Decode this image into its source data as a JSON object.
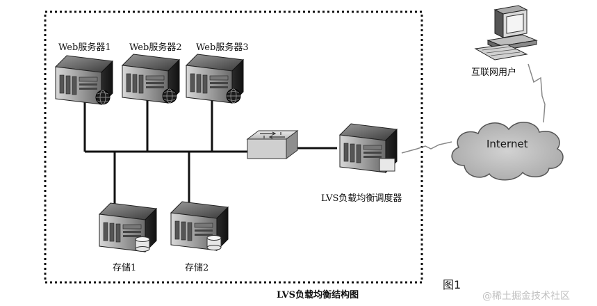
{
  "servers": [
    {
      "label": "Web服务器1"
    },
    {
      "label": "Web服务器2"
    },
    {
      "label": "Web服务器3"
    }
  ],
  "storage": [
    {
      "label": "存储1"
    },
    {
      "label": "存储2"
    }
  ],
  "dispatcher": {
    "label": "LVS负载均衡调度器"
  },
  "user": {
    "label": "互联网用户"
  },
  "internet": {
    "label": "Internet"
  },
  "caption": "LVS负载均衡结构图",
  "figure_label": "图1",
  "watermark": "@稀土掘金技术社区"
}
